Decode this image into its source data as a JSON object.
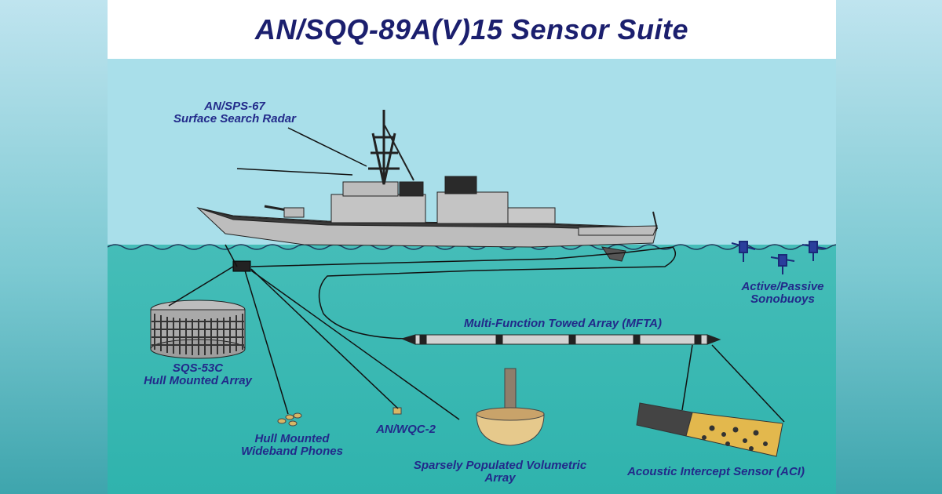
{
  "title": "AN/SQQ-89A(V)15 Sensor Suite",
  "labels": {
    "radar": {
      "line1": "AN/SPS-67",
      "line2": "Surface Search Radar"
    },
    "sonobuoys": {
      "line1": "Active/Passive",
      "line2": "Sonobuoys"
    },
    "mfta": "Multi-Function Towed Array (MFTA)",
    "hull_array": {
      "line1": "SQS-53C",
      "line2": "Hull Mounted Array"
    },
    "phones": {
      "line1": "Hull Mounted",
      "line2": "Wideband Phones"
    },
    "wqc": "AN/WQC-2",
    "spva": {
      "line1": "Sparsely Populated Volumetric",
      "line2": "Array"
    },
    "aci": "Acoustic Intercept Sensor (ACI)"
  },
  "colors": {
    "title": "#1b1f6e",
    "label": "#222a8a",
    "sky": "#a9dfea",
    "sea": "#2fb3ad",
    "ship": "#c9c9c9"
  }
}
